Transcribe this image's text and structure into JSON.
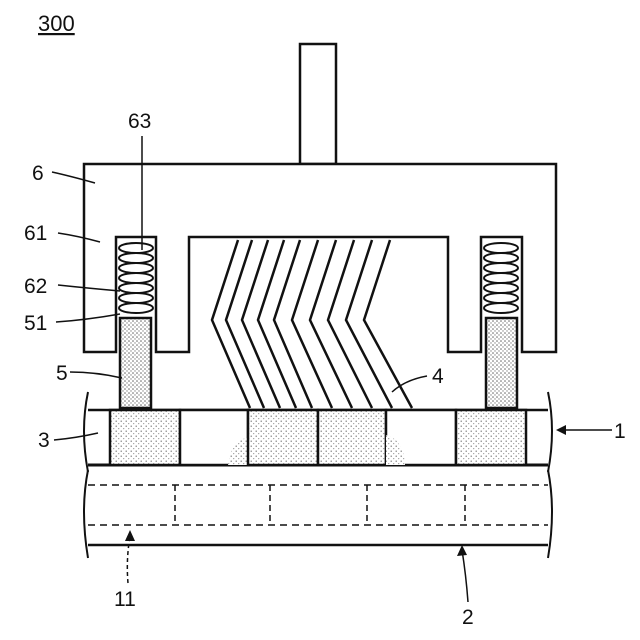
{
  "figure": {
    "title": "300",
    "labels": {
      "l6": "6",
      "l61": "61",
      "l62": "62",
      "l63": "63",
      "l51": "51",
      "l5": "5",
      "l3": "3",
      "l4": "4",
      "l1": "1",
      "l11": "11",
      "l2": "2"
    }
  },
  "colors": {
    "stroke": "#111111",
    "stipple": "#8a8a8a",
    "background": "#ffffff"
  }
}
